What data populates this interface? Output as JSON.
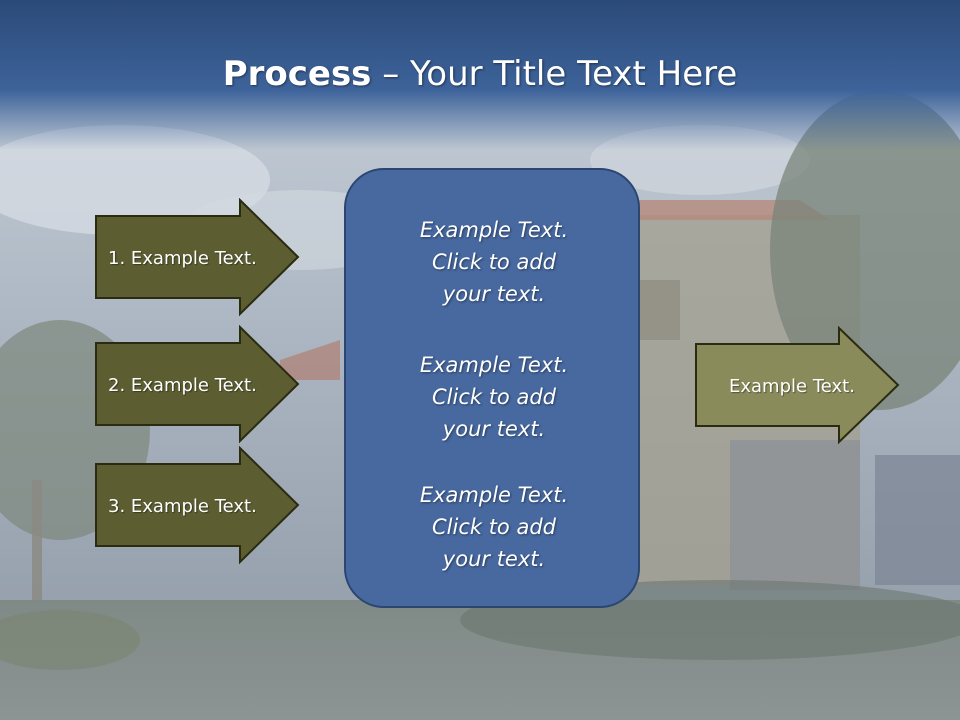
{
  "title": {
    "bold": "Process",
    "rest": " – Your Title Text Here"
  },
  "inputs": [
    {
      "label": "1. Example Text."
    },
    {
      "label": "2. Example Text."
    },
    {
      "label": "3. Example Text."
    }
  ],
  "center_box": {
    "blocks": [
      "Example Text.\nClick  to add\nyour text.",
      "Example Text.\nClick  to add\nyour text.",
      "Example Text.\nClick  to add\nyour text."
    ]
  },
  "output": {
    "label": "Example Text."
  },
  "colors": {
    "title_bar": "#3d639a",
    "input_arrow": "#5c5e32",
    "output_arrow": "#8a8b5a",
    "center_box": "#4769a0",
    "arrow_border": "#2a2b10"
  }
}
